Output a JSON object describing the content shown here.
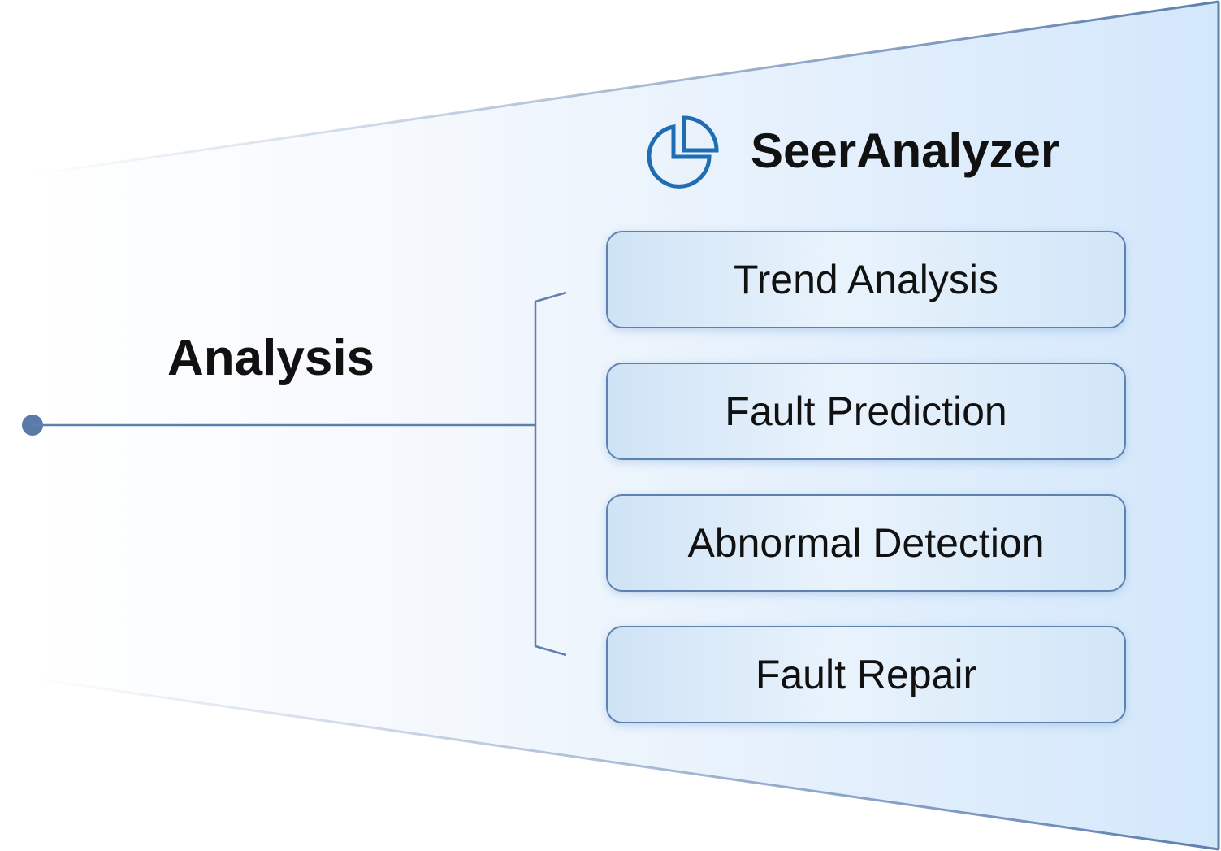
{
  "left_node": {
    "label": "Analysis"
  },
  "product": {
    "name": "SeerAnalyzer",
    "icon": "pie-chart-icon"
  },
  "features": [
    {
      "label": "Trend Analysis"
    },
    {
      "label": "Fault Prediction"
    },
    {
      "label": "Abnormal Detection"
    },
    {
      "label": "Fault Repair"
    }
  ],
  "colors": {
    "connector": "#5f7fae",
    "icon": "#1f6db3",
    "box_border": "#5f82ad",
    "panel_fill": "#d3e7fb"
  }
}
